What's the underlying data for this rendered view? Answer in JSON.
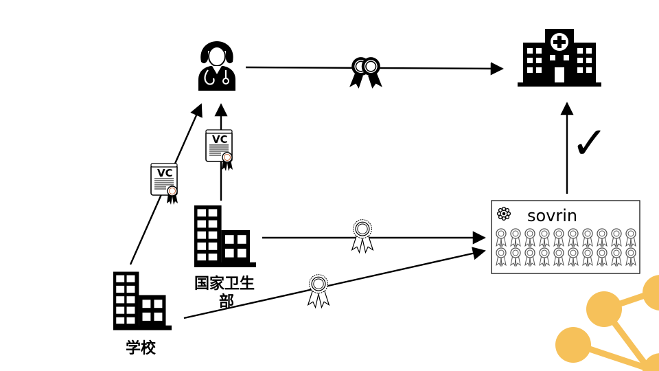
{
  "nodes": {
    "school": {
      "label": "学校",
      "icon": "school-building-icon"
    },
    "health_ministry": {
      "label": "国家卫生",
      "label_line2": "部",
      "icon": "ministry-building-icon"
    },
    "doctor": {
      "icon": "doctor-icon"
    },
    "hospital": {
      "icon": "hospital-icon"
    },
    "ledger": {
      "label": "sovrin",
      "icon": "sovrin-logo-icon",
      "badge_rows": 2,
      "badges_per_row": 10
    }
  },
  "credentials": {
    "school_to_doctor": {
      "label": "VC"
    },
    "ministry_to_doctor": {
      "label": "VC"
    }
  },
  "verification": {
    "mark": "✓"
  },
  "colors": {
    "ink": "#000000",
    "accent": "#f6c15a",
    "badge_outline": "#555555"
  }
}
